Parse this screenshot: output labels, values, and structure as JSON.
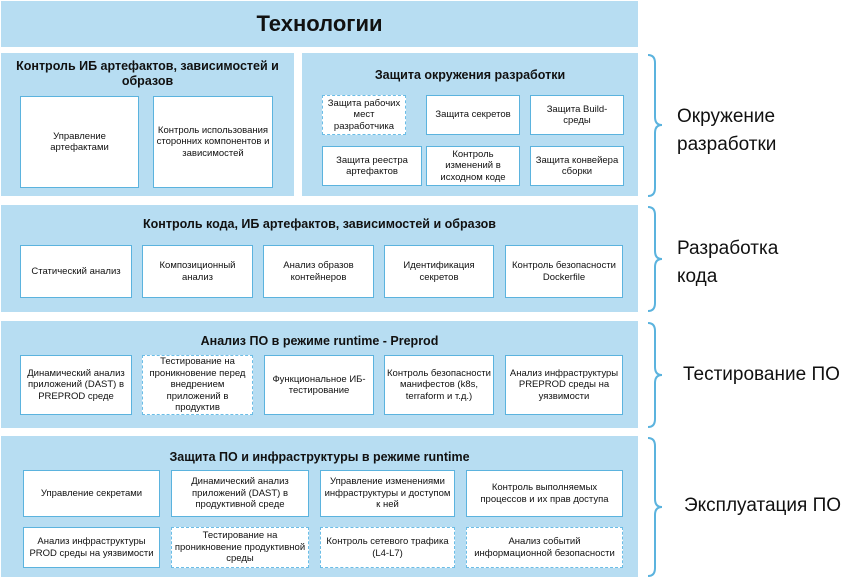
{
  "title": "Технологии",
  "sections": {
    "env_left": {
      "title": "Контроль ИБ артефактов, зависимостей и образов",
      "boxes": [
        "Управление артефактами",
        "Контроль использования сторонних компонентов и зависимостей"
      ]
    },
    "env_right": {
      "title": "Защита окружения разработки",
      "boxes": [
        "Защита рабочих мест разработчика",
        "Защита секретов",
        "Защита Build-среды",
        "Защита реестра артефактов",
        "Контроль изменений в исходном  коде",
        "Защита конвейера сборки"
      ]
    },
    "code": {
      "title": "Контроль кода, ИБ артефактов, зависимостей и образов",
      "boxes": [
        "Статический анализ",
        "Композиционный анализ",
        "Анализ образов контейнеров",
        "Идентификация секретов",
        "Контроль безопасности Dockerfile"
      ]
    },
    "preprod": {
      "title": "Анализ ПО в режиме runtime - Preprod",
      "boxes": [
        "Динамический анализ приложений (DAST) в PREPROD среде",
        "Тестирование на проникновение перед внедрением приложений в продуктив",
        "Функциональное ИБ-тестирование",
        "Контроль безопасности манифестов (k8s, terraform и т.д.)",
        "Анализ инфраструктуры PREPROD среды на уязвимости"
      ]
    },
    "runtime": {
      "title": "Защита ПО и инфраструктуры в режиме runtime",
      "boxes": [
        "Управление секретами",
        "Динамический анализ приложений (DAST) в продуктивной среде",
        "Управление изменениями инфраструктуры и доступом к ней",
        "Контроль выполняемых процессов и их прав доступа",
        "Анализ инфраструктуры PROD среды на уязвимости",
        "Тестирование на проникновение продуктивной среды",
        "Контроль сетевого трафика (L4-L7)",
        "Анализ событий информационной безопасности"
      ]
    }
  },
  "lanes": [
    "Окружение разработки",
    "Разработка кода",
    "Тестирование ПО",
    "Эксплуатация ПО"
  ],
  "colors": {
    "band": "#b7ddf2",
    "box_border": "#5bb3de",
    "dashed_border": "#6bbde6",
    "brace": "#5bb3de"
  }
}
